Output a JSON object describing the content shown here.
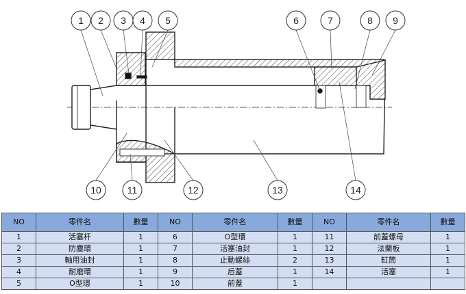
{
  "callouts": [
    "1",
    "2",
    "3",
    "4",
    "5",
    "6",
    "7",
    "8",
    "9",
    "10",
    "11",
    "12",
    "13",
    "14"
  ],
  "table": {
    "headers": [
      "NO",
      "零件名",
      "數量",
      "NO",
      "零件名",
      "數量",
      "NO",
      "零件名",
      "數量"
    ],
    "rows": [
      [
        "1",
        "活塞杆",
        "1",
        "6",
        "O型環",
        "1",
        "11",
        "前蓋螺母",
        "1"
      ],
      [
        "2",
        "防塵環",
        "1",
        "7",
        "活塞油封",
        "1",
        "12",
        "法蘭板",
        "1"
      ],
      [
        "3",
        "軸用油封",
        "1",
        "8",
        "止動螺絲",
        "2",
        "13",
        "缸筒",
        "1"
      ],
      [
        "4",
        "耐磨環",
        "1",
        "9",
        "后蓋",
        "1",
        "14",
        "活塞",
        "1"
      ],
      [
        "5",
        "O型環",
        "1",
        "10",
        "前蓋",
        "1",
        "",
        "",
        ""
      ]
    ]
  },
  "colors": {
    "header_bg": "#88a9db",
    "cell_bg": "#d3def2",
    "line": "#222222"
  }
}
